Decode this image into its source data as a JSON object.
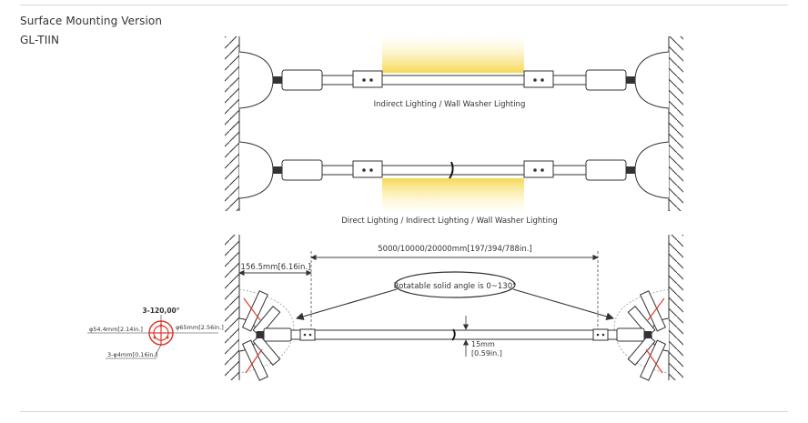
{
  "header": {
    "title": "Surface Mounting Version",
    "model": "GL-TIIN"
  },
  "captions": {
    "indirect": "Indirect Lighting / Wall Washer Lighting",
    "direct": "Direct Lighting / Indirect Lighting / Wall Washer Lighting"
  },
  "dimensions": {
    "length": "5000/10000/20000mm[197/394/788in.]",
    "offset": "156.5mm[6.16in.]",
    "rotation": "Rotatable solid angle is 0~130°",
    "diameter": "15mm",
    "diameter_in": "[0.59in.]"
  },
  "base_detail": {
    "holes": "3-120,00°",
    "inner_dia": "φ54.4mm[2.14in.]",
    "outer_dia": "φ65mm[2.56in.]",
    "screw": "3-φ4mm[0.16in.]"
  },
  "colors": {
    "line": "#333333",
    "glow": "#f8e27a",
    "accent": "#e23a2e"
  }
}
